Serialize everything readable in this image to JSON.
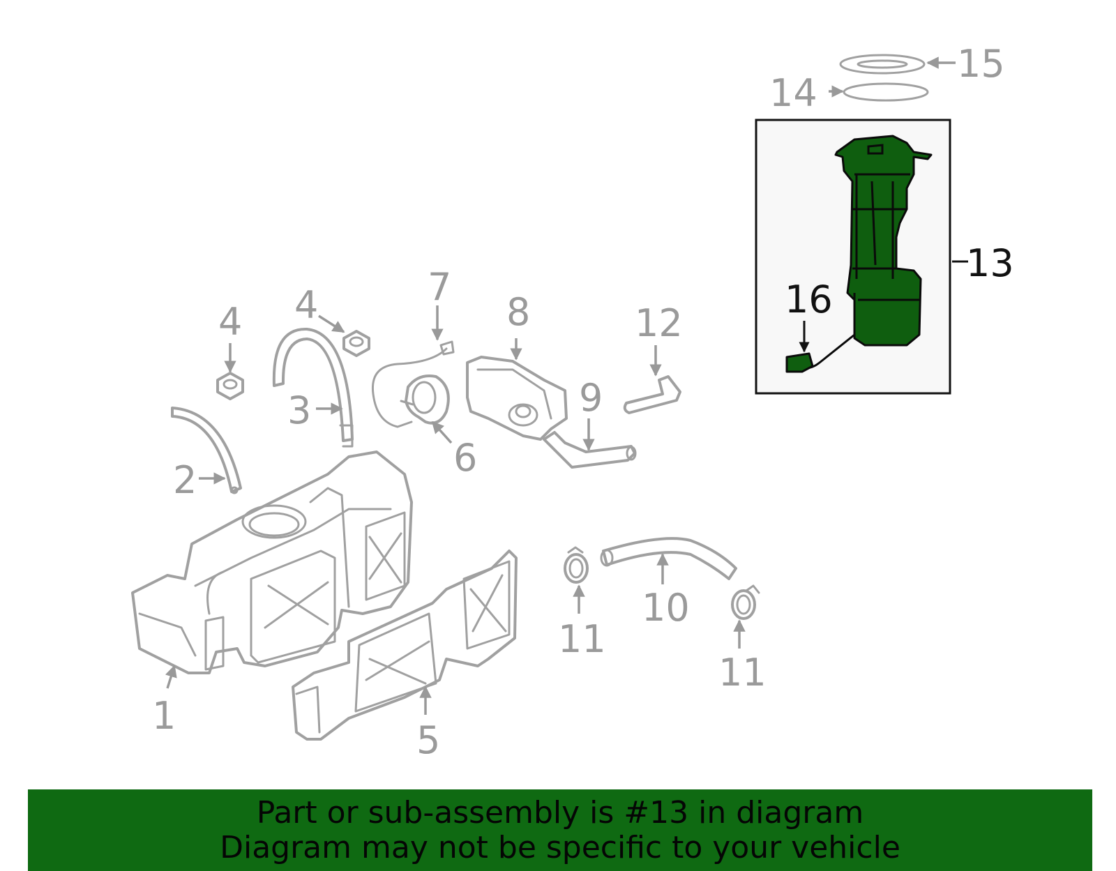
{
  "diagram": {
    "callouts": {
      "c1": "1",
      "c2": "2",
      "c3": "3",
      "c4a": "4",
      "c4b": "4",
      "c5": "5",
      "c6": "6",
      "c7": "7",
      "c8": "8",
      "c9": "9",
      "c10": "10",
      "c11a": "11",
      "c11b": "11",
      "c12": "12",
      "c13": "13",
      "c14": "14",
      "c15": "15",
      "c16": "16"
    },
    "highlight_color": "#0f5e0f"
  },
  "banner": {
    "line1": "Part or sub-assembly is #13 in diagram",
    "line2": "Diagram may not be specific to your vehicle",
    "background": "#0f6a12"
  }
}
